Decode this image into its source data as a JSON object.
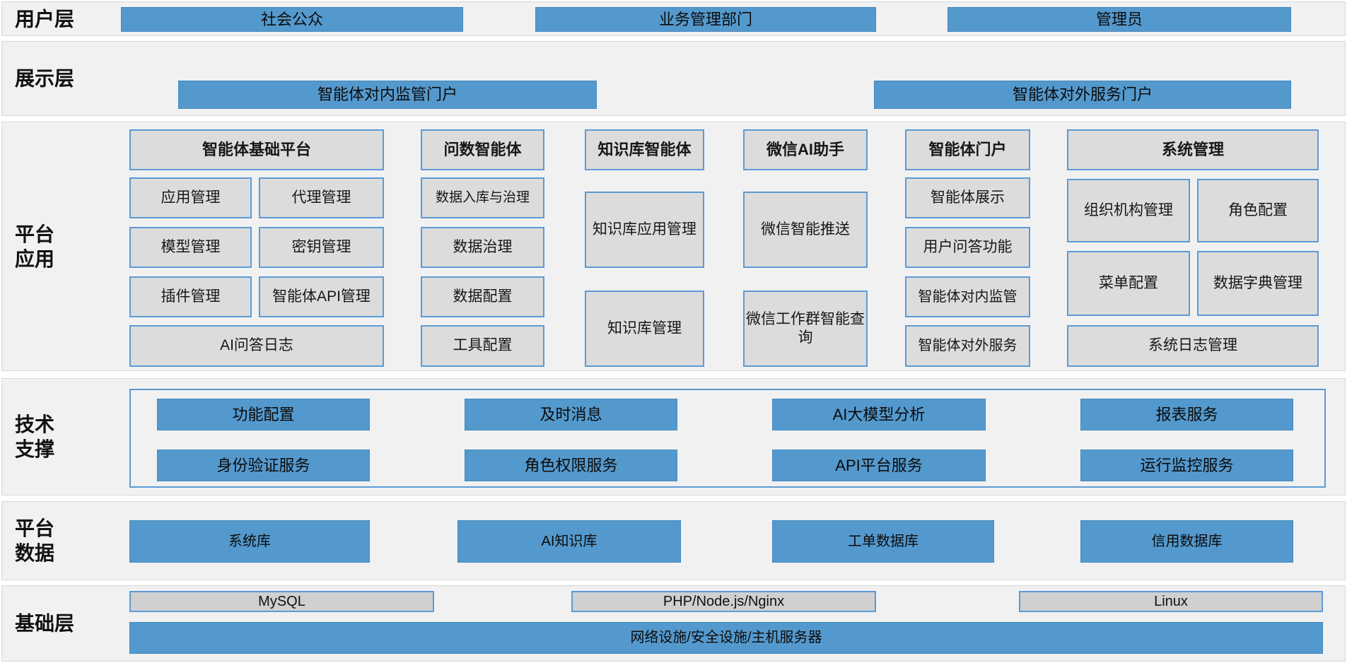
{
  "layers": {
    "user": {
      "label": "用户层",
      "items": [
        "社会公众",
        "业务管理部门",
        "管理员"
      ]
    },
    "display": {
      "label": "展示层",
      "items": [
        "智能体对内监管门户",
        "智能体对外服务门户"
      ]
    },
    "platform_app": {
      "label": "平台\n应用",
      "columns": [
        {
          "header": "智能体基础平台",
          "items": [
            "应用管理",
            "代理管理",
            "模型管理",
            "密钥管理",
            "插件管理",
            "智能体API管理",
            "AI问答日志"
          ]
        },
        {
          "header": "问数智能体",
          "items": [
            "数据入库与治理",
            "数据治理",
            "数据配置",
            "工具配置"
          ]
        },
        {
          "header": "知识库智能体",
          "items": [
            "知识库应用管理",
            "知识库管理"
          ]
        },
        {
          "header": "微信AI助手",
          "items": [
            "微信智能推送",
            "微信工作群智能查询"
          ]
        },
        {
          "header": "智能体门户",
          "items": [
            "智能体展示",
            "用户问答功能",
            "智能体对内监管",
            "智能体对外服务"
          ]
        },
        {
          "header": "系统管理",
          "items": [
            "组织机构管理",
            "角色配置",
            "菜单配置",
            "数据字典管理",
            "系统日志管理"
          ]
        }
      ]
    },
    "tech_support": {
      "label": "技术\n支撑",
      "row1": [
        "功能配置",
        "及时消息",
        "AI大模型分析",
        "报表服务"
      ],
      "row2": [
        "身份验证服务",
        "角色权限服务",
        "API平台服务",
        "运行监控服务"
      ]
    },
    "platform_data": {
      "label": "平台\n数据",
      "items": [
        "系统库",
        "AI知识库",
        "工单数据库",
        "信用数据库"
      ]
    },
    "infrastructure": {
      "label": "基础层",
      "items": [
        "MySQL",
        "PHP/Node.js/Nginx",
        "Linux"
      ],
      "full_width": "网络设施/安全设施/主机服务器"
    }
  },
  "colors": {
    "accent_blue": "#5499cd",
    "box_gray": "#dcdcdc",
    "border_blue": "#5b9bd5",
    "band_bg": "#f1f1f2"
  }
}
